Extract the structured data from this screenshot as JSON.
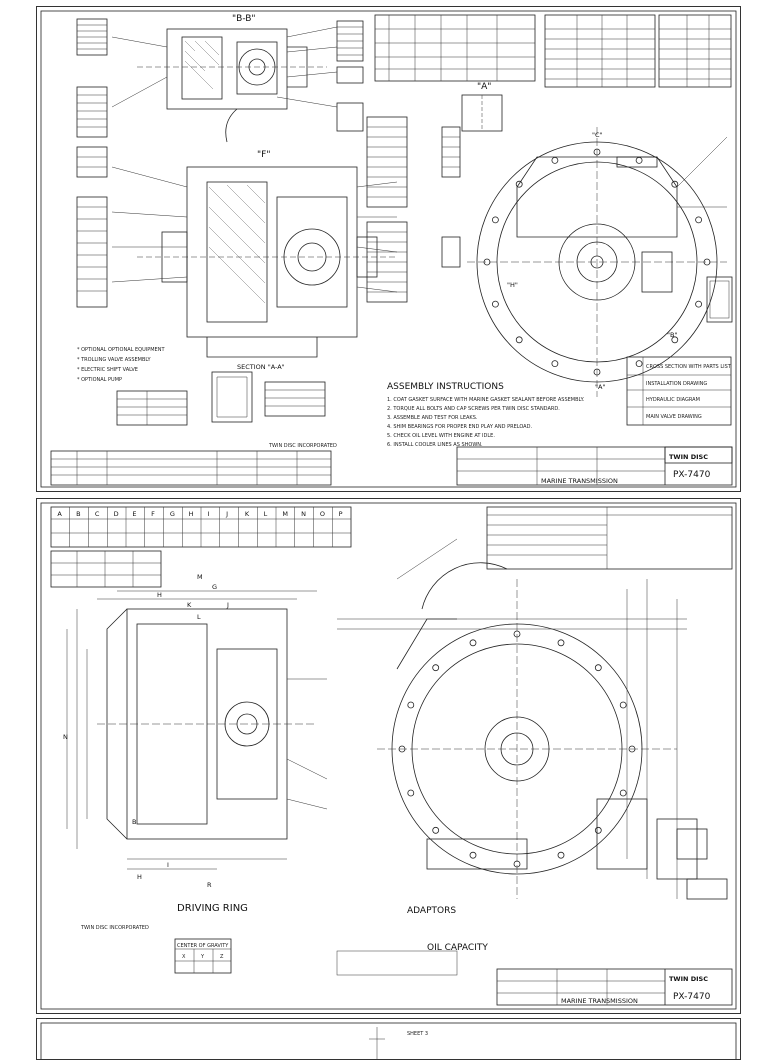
{
  "sheet1": {
    "section_bb": "\"B-B\"",
    "section_aa": "SECTION \"A-A\"",
    "view_a": "\"A\"",
    "view_b": "\"B\"",
    "view_c": "\"C\"",
    "view_h": "\"H\"",
    "view_f": "\"F\"",
    "view_a2": "\"A\"",
    "assembly_title": "ASSEMBLY INSTRUCTIONS",
    "assembly_lines": [
      "1. COAT GASKET SURFACE WITH MARINE GASKET SEALANT BEFORE ASSEMBLY.",
      "2. TORQUE ALL BOLTS AND CAP SCREWS PER TWIN DISC STANDARD.",
      "3. ASSEMBLE AND TEST FOR LEAKS.",
      "4. SHIM BEARINGS FOR PROPER END PLAY AND PRELOAD.",
      "5. CHECK OIL LEVEL WITH ENGINE AT IDLE.",
      "6. INSTALL COOLER LINES AS SHOWN."
    ],
    "optional_notes": [
      "* OPTIONAL OPTIONAL EQUIPMENT",
      "* TROLLING VALVE ASSEMBLY",
      "* ELECTRIC SHIFT VALVE",
      "* OPTIONAL PUMP"
    ],
    "company_note": "TWIN DISC INCORPORATED",
    "title_block": {
      "logo": "TWIN DISC",
      "part_no": "PX-7470",
      "desc": "MARINE TRANSMISSION"
    },
    "side_notes": [
      "CROSS SECTION WITH PARTS LIST",
      "INSTALLATION DRAWING",
      "HYDRAULIC DIAGRAM",
      "MAIN VALVE DRAWING"
    ]
  },
  "sheet2": {
    "table_header": [
      "A",
      "B",
      "C",
      "D",
      "E",
      "F",
      "G",
      "H",
      "I",
      "J",
      "K",
      "L",
      "M",
      "N",
      "O",
      "P"
    ],
    "dims": [
      "G",
      "H",
      "J",
      "K",
      "L",
      "M",
      "N",
      "B",
      "I",
      "H",
      "R"
    ],
    "driving_ring": "DRIVING RING",
    "center_of_gravity": "CENTER OF GRAVITY",
    "cg_axes": [
      "X",
      "Y",
      "Z"
    ],
    "oil_capacity": "OIL CAPACITY",
    "adaptors": "ADAPTORS",
    "company_note": "TWIN DISC INCORPORATED",
    "title_block": {
      "logo": "TWIN DISC",
      "part_no": "PX-7470",
      "desc": "MARINE TRANSMISSION"
    }
  },
  "sheet3": {
    "label": "SHEET 3"
  },
  "colors": {
    "ink": "#111111",
    "paper": "#ffffff"
  }
}
